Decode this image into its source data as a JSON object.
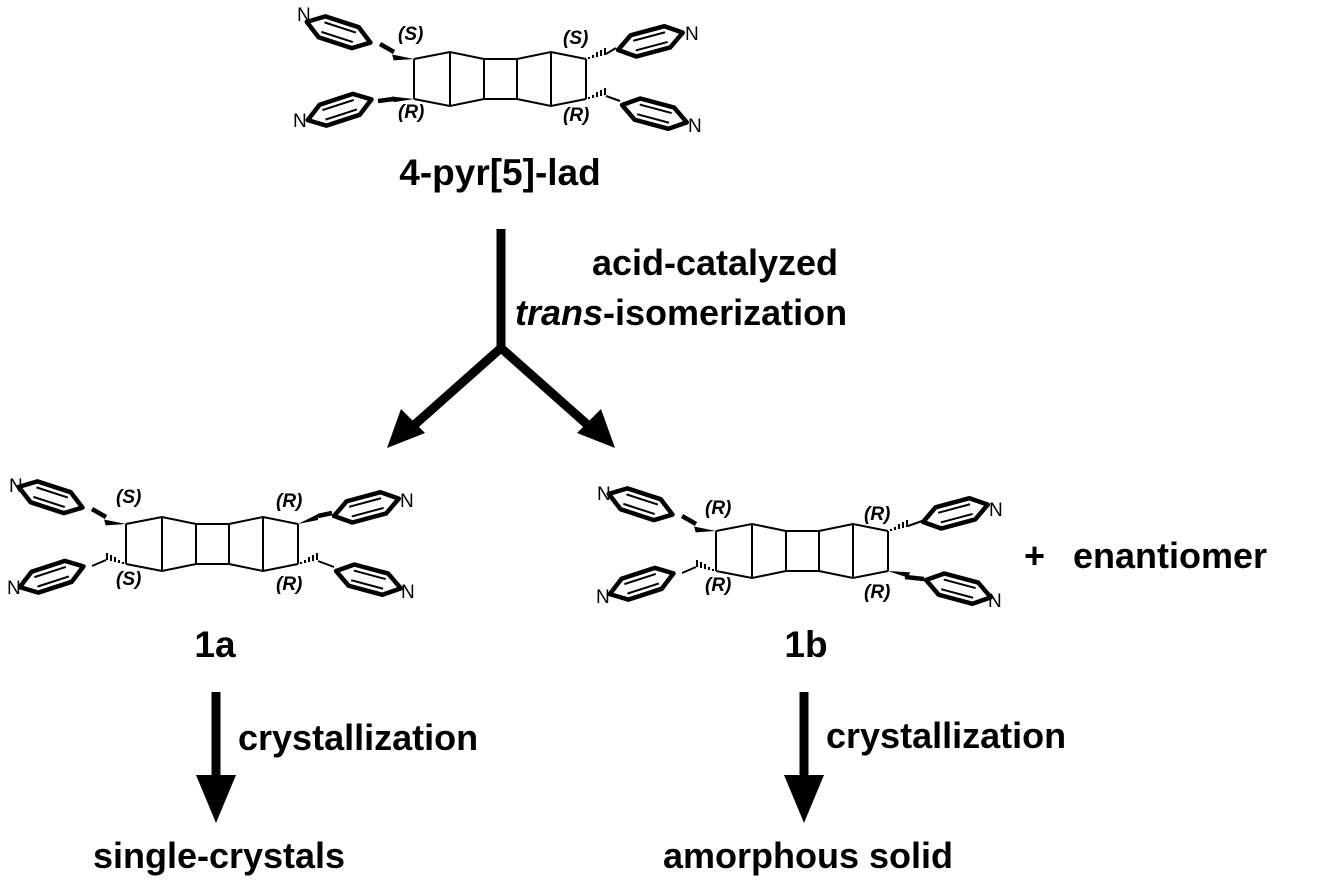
{
  "colors": {
    "ink": "#000000",
    "background": "#ffffff"
  },
  "atom_label": "N",
  "plus": "+",
  "enantiomer": "enantiomer",
  "reaction": {
    "condition_line1": "acid-catalyzed",
    "condition_line2_italic": "trans",
    "condition_line2_rest": "-isomerization"
  },
  "molecules": {
    "start": {
      "label": "4-pyr[5]-lad",
      "stereo": [
        "(S)",
        "(R)",
        "(S)",
        "(R)"
      ]
    },
    "a": {
      "label": "1a",
      "stereo": [
        "(S)",
        "(S)",
        "(R)",
        "(R)"
      ]
    },
    "b": {
      "label": "1b",
      "stereo": [
        "(R)",
        "(R)",
        "(R)",
        "(R)"
      ]
    }
  },
  "branch_a": {
    "process": "crystallization",
    "outcome": "single-crystals"
  },
  "branch_b": {
    "process": "crystallization",
    "outcome": "amorphous solid"
  }
}
